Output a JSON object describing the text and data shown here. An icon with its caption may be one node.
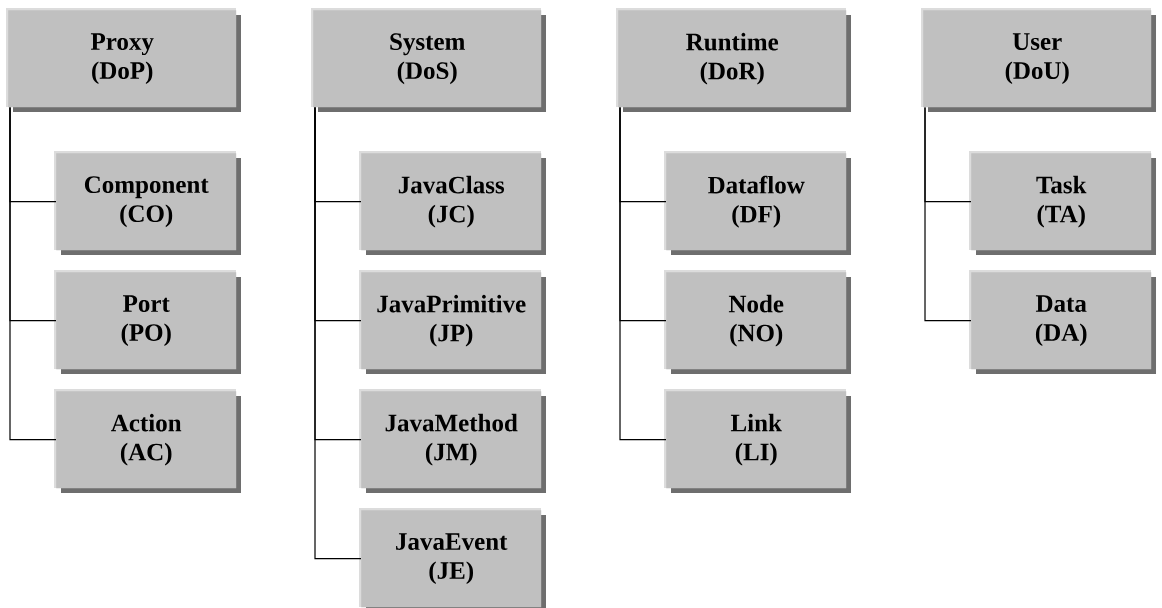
{
  "diagram": {
    "nodes": [
      {
        "text": [
          "Proxy",
          "(DoP)"
        ]
      },
      {
        "text": [
          "Component",
          "(CO)"
        ]
      },
      {
        "text": [
          "Port",
          "(PO)"
        ]
      },
      {
        "text": [
          "Action",
          "(AC)"
        ]
      },
      {
        "text": [
          "System",
          "(DoS)"
        ]
      },
      {
        "text": [
          "JavaClass",
          "(JC)"
        ]
      },
      {
        "text": [
          "JavaPrimitive",
          "(JP)"
        ]
      },
      {
        "text": [
          "JavaMethod",
          "(JM)"
        ]
      },
      {
        "text": [
          "JavaEvent",
          "(JE)"
        ]
      },
      {
        "text": [
          "Runtime",
          "(DoR)"
        ]
      },
      {
        "text": [
          "Dataflow",
          "(DF)"
        ]
      },
      {
        "text": [
          "Node",
          "(NO)"
        ]
      },
      {
        "text": [
          "Link",
          "(LI)"
        ]
      },
      {
        "text": [
          "User",
          "(DoU)"
        ]
      },
      {
        "text": [
          "Task",
          "(TA)"
        ]
      },
      {
        "text": [
          "Data",
          "(DA)"
        ]
      }
    ],
    "edges": [
      {
        "from": 0,
        "to": 1,
        "arrow": "none"
      },
      {
        "from": 0,
        "to": 2,
        "arrow": "none"
      },
      {
        "from": 0,
        "to": 3,
        "arrow": "none"
      },
      {
        "from": 4,
        "to": 5,
        "arrow": "none"
      },
      {
        "from": 4,
        "to": 6,
        "arrow": "none"
      },
      {
        "from": 4,
        "to": 7,
        "arrow": "none"
      },
      {
        "from": 4,
        "to": 8,
        "arrow": "none"
      },
      {
        "from": 9,
        "to": 10,
        "arrow": "none"
      },
      {
        "from": 9,
        "to": 11,
        "arrow": "none"
      },
      {
        "from": 9,
        "to": 12,
        "arrow": "none"
      },
      {
        "from": 13,
        "to": 14,
        "arrow": "none"
      },
      {
        "from": 13,
        "to": 15,
        "arrow": "none"
      }
    ]
  }
}
